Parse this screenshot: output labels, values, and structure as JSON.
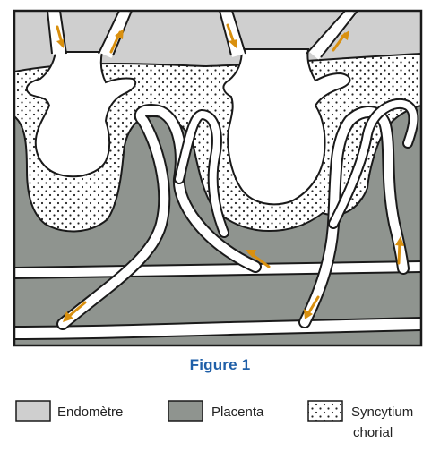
{
  "figure": {
    "caption": "Figure 1"
  },
  "colors": {
    "endometre": "#cfcfcf",
    "placenta": "#8f948f",
    "syncytium": "#ffffff",
    "vessel": "#ffffff",
    "arrow": "#d9900f",
    "outline": "#1a1a1a",
    "caption": "#1f5fa8"
  },
  "legend": {
    "endometre": {
      "label": "Endomètre"
    },
    "placenta": {
      "label": "Placenta"
    },
    "syncytium": {
      "label_line1": "Syncytium",
      "label_line2": "chorial"
    }
  },
  "icons": {
    "flow_arrow": "orange-arrow-icon"
  }
}
